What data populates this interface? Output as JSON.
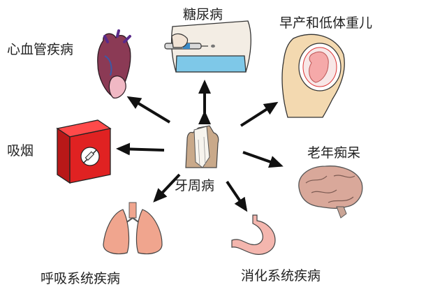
{
  "center": {
    "label": "牙周病",
    "icon": "tooth-icon"
  },
  "diseases": {
    "diabetes": {
      "label": "糖尿病",
      "icon": "insulin-injection-icon"
    },
    "cardiovascular": {
      "label": "心血管疾病",
      "icon": "heart-icon"
    },
    "preterm": {
      "label": "早产和低体重儿",
      "icon": "fetus-in-womb-icon"
    },
    "smoking": {
      "label": "吸烟",
      "icon": "cigarette-box-icon"
    },
    "dementia": {
      "label": "老年痴呆",
      "icon": "brain-icon"
    },
    "respiratory": {
      "label": "呼吸系统疾病",
      "icon": "lungs-icon"
    },
    "digestive": {
      "label": "消化系统疾病",
      "icon": "stomach-icon"
    }
  },
  "colors": {
    "arrow": "#111111",
    "heart": "#8b3a55",
    "lungs": "#f0a58e",
    "stomach": "#f4b6ae",
    "brain": "#d9a89a",
    "box": "#e02222",
    "womb": "#f3d9b0",
    "fetus": "#f5a9a9",
    "belly": "#7ec8e8"
  }
}
